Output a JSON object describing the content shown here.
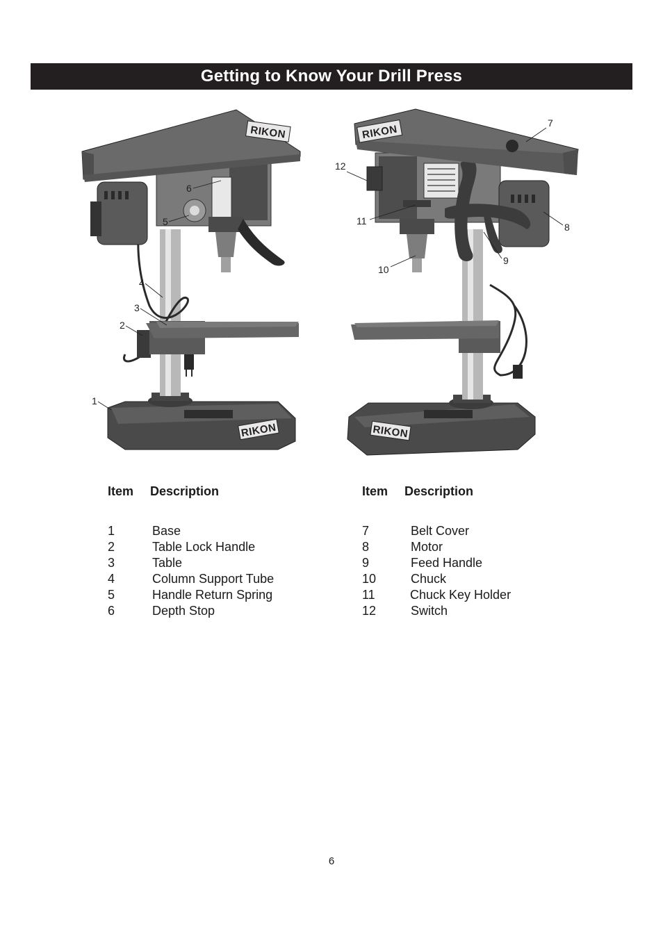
{
  "title": "Getting to Know Your Drill Press",
  "brand": "RIKON",
  "callouts": [
    "1",
    "2",
    "3",
    "4",
    "5",
    "6",
    "7",
    "8",
    "9",
    "10",
    "11",
    "12"
  ],
  "left_table": {
    "item_header": "Item",
    "desc_header": "Description",
    "rows": [
      {
        "item": "1",
        "desc": "Base"
      },
      {
        "item": "2",
        "desc": "Table Lock Handle"
      },
      {
        "item": "3",
        "desc": "Table"
      },
      {
        "item": "4",
        "desc": "Column Support Tube"
      },
      {
        "item": "5",
        "desc": "Handle Return Spring"
      },
      {
        "item": "6",
        "desc": "Depth Stop"
      }
    ]
  },
  "right_table": {
    "item_header": "Item",
    "desc_header": "Description",
    "rows": [
      {
        "item": "7",
        "desc": "Belt Cover"
      },
      {
        "item": "8",
        "desc": "Motor"
      },
      {
        "item": "9",
        "desc": "Feed Handle"
      },
      {
        "item": "10",
        "desc": "Chuck"
      },
      {
        "item": "11",
        "desc": "Chuck Key Holder"
      },
      {
        "item": "12",
        "desc": "Switch"
      }
    ]
  },
  "page_number": "6"
}
